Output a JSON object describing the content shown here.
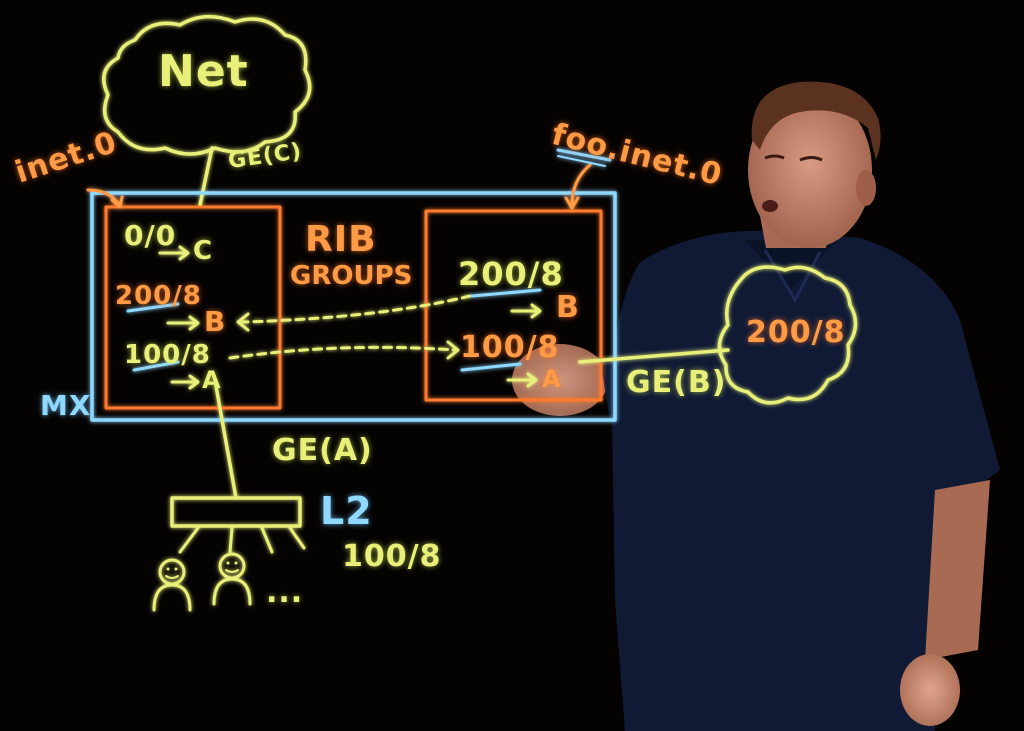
{
  "cloud_top": {
    "label": "Net"
  },
  "cloud_right": {
    "label": "200/8"
  },
  "labels": {
    "rib_title": "RIB",
    "rib_subtitle": "GROUPS",
    "inet0": "inet.0",
    "foo_inet0": "foo.inet.0",
    "ge_c": "GE(C)",
    "ge_a": "GE(A)",
    "ge_b": "GE(B)",
    "mx": "MX",
    "l2": "L2",
    "l2_prefix": "100/8",
    "ellipsis": "..."
  },
  "left_table": {
    "row1_prefix": "0/0",
    "row1_next": "C",
    "row2_prefix": "200/8",
    "row2_next": "B",
    "row3_prefix": "100/8",
    "row3_next": "A"
  },
  "right_table": {
    "row1_prefix": "200/8",
    "row1_next": "B",
    "row2_prefix": "100/8",
    "row2_next": "A"
  },
  "colors": {
    "ink_yellow": "#e8f07a",
    "ink_orange": "#ff9a45",
    "ink_blue": "#8fd8ff",
    "shirt": "#101a35"
  }
}
